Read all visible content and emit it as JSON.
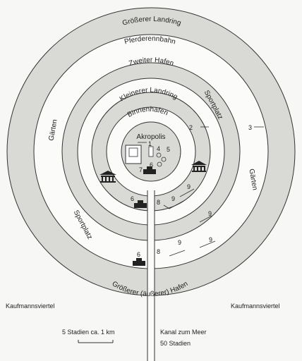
{
  "labels": {
    "outer_land": "Größerer Landring",
    "racecourse": "Pferderennbahn",
    "second_harbor": "Zweiter Hafen",
    "sports_right": "Sportplatz",
    "sports_left": "Sportplatz",
    "gardens_left": "Gärten",
    "gardens_right": "Gärten",
    "small_land": "Kleinerer Landring",
    "inner_harbor": "Binnenhafen",
    "acropolis": "Akropolis",
    "outer_harbor": "Größerer (äußerer) Hafen",
    "merchants_left": "Kaufmannsviertel",
    "merchants_right": "Kaufmannsviertel",
    "scale": "5 Stadien ca. 1 km",
    "canal_line1": "Kanal zum Meer",
    "canal_line2": "50 Stadien"
  },
  "numbers": {
    "n1": "1",
    "n2": "2",
    "n3": "3",
    "n4": "4",
    "n5": "5",
    "n6a": "6",
    "n6b": "6",
    "n6c": "6",
    "n7": "7",
    "n8a": "8",
    "n8b": "8",
    "n9a": "9",
    "n9b": "9",
    "n9c": "9",
    "n9d": "9",
    "n9e": "9"
  }
}
